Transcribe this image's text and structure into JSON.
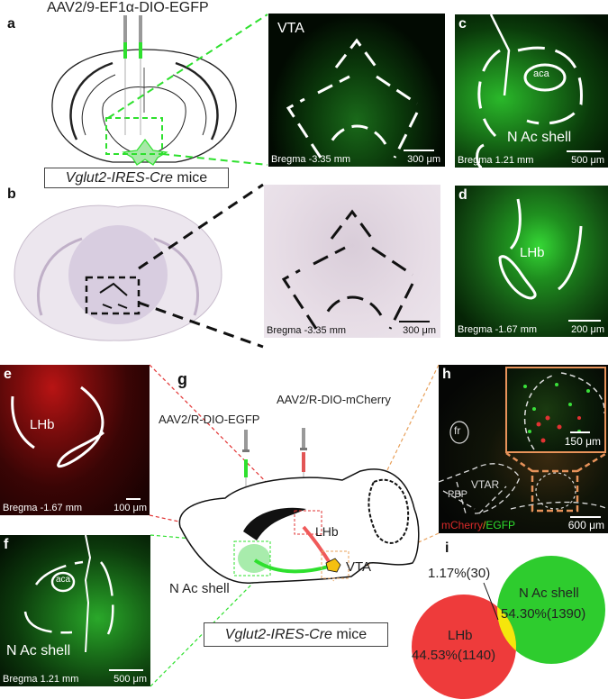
{
  "panels": {
    "a": {
      "label": "a",
      "virus": "AAV2/9-EF1α-DIO-EGFP",
      "mice_italic": "Vglut2-IRES-Cre",
      "mice_suffix": " mice",
      "inset_region": "VTA",
      "inset_bregma": "Bregma  -3.35 mm",
      "inset_scale": "300 μm"
    },
    "b": {
      "label": "b",
      "inset_bregma": "Bregma  -3.35 mm",
      "inset_scale": "300 μm"
    },
    "c": {
      "label": "c",
      "region": "N Ac shell",
      "sub_region": "aca",
      "bregma": "Bregma  1.21 mm",
      "scale": "500 μm"
    },
    "d": {
      "label": "d",
      "region": "LHb",
      "bregma": "Bregma  -1.67 mm",
      "scale": "200 μm"
    },
    "e": {
      "label": "e",
      "region": "LHb",
      "bregma": "Bregma  -1.67 mm",
      "scale": "100 μm"
    },
    "f": {
      "label": "f",
      "region": "N Ac shell",
      "sub_region": "aca",
      "bregma": "Bregma  1.21 mm",
      "scale": "500 μm"
    },
    "g": {
      "label": "g",
      "virus_green": "AAV2/R-DIO-EGFP",
      "virus_red": "AAV2/R-DIO-mCherry",
      "lbl_lhb": "LHb",
      "lbl_vta": "VTA",
      "lbl_nac": "N Ac shell",
      "mice_italic": "Vglut2-IRES-Cre",
      "mice_suffix": " mice"
    },
    "h": {
      "label": "h",
      "lbl_fr": "fr",
      "lbl_vtar": "VTAR",
      "lbl_pbp": "PBP",
      "inset_scale": "150 μm",
      "legend_red": "mCherry",
      "legend_sep": "/",
      "legend_green": "EGFP",
      "scale": "600 μm"
    },
    "i": {
      "label": "i",
      "overlap_label": "1.17%(30)",
      "lhb_name": "LHb",
      "lhb_value": "44.53%(1140)",
      "nac_name": "N Ac shell",
      "nac_value": "54.30%(1390)"
    }
  },
  "chart_data": {
    "type": "venn",
    "title": "",
    "sets": [
      {
        "name": "LHb",
        "percent": 44.53,
        "count": 1140,
        "color": "#ee3b3b"
      },
      {
        "name": "NAc shell",
        "percent": 54.3,
        "count": 1390,
        "color": "#2ecc2e"
      }
    ],
    "overlap": {
      "percent": 1.17,
      "count": 30,
      "color": "#f5e60c"
    }
  },
  "colors": {
    "egfp": "#2ee02e",
    "mcherry": "#e23232",
    "orange_box": "#e8935a",
    "overlap": "#f5e60c"
  }
}
